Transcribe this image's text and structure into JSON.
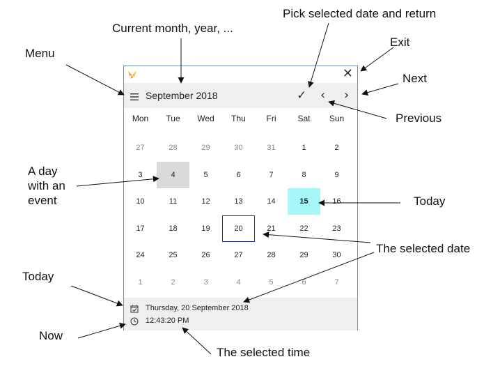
{
  "window": {
    "header": {
      "month_title": "September 2018",
      "menu_icon": "hamburger-menu-icon",
      "confirm_icon": "checkmark-icon",
      "prev_icon": "chevron-left-icon",
      "next_icon": "chevron-right-icon",
      "close_icon": "close-icon",
      "app_icon": "butterfly-logo-icon"
    },
    "weekdays": [
      "Mon",
      "Tue",
      "Wed",
      "Thu",
      "Fri",
      "Sat",
      "Sun"
    ],
    "weeks": [
      [
        "27",
        "28",
        "29",
        "30",
        "31",
        "1",
        "2"
      ],
      [
        "3",
        "4",
        "5",
        "6",
        "7",
        "8",
        "9"
      ],
      [
        "10",
        "11",
        "12",
        "13",
        "14",
        "15",
        "16"
      ],
      [
        "17",
        "18",
        "19",
        "20",
        "21",
        "22",
        "23"
      ],
      [
        "24",
        "25",
        "26",
        "27",
        "28",
        "29",
        "30"
      ],
      [
        "1",
        "2",
        "3",
        "4",
        "5",
        "6",
        "7"
      ]
    ],
    "event_day": "4",
    "today_day": "15",
    "selected_day": "20",
    "footer": {
      "selected_date": "Thursday, 20 September 2018",
      "selected_time": "12:43:20 PM",
      "date_icon": "calendar-check-icon",
      "time_icon": "clock-icon"
    },
    "colors": {
      "header_bg": "#efefef",
      "event_bg": "#d9d9d9",
      "today_bg": "#a6f7f7",
      "selected_border": "#1f2f8f",
      "window_border": "#6c8fb5"
    }
  },
  "annotations": {
    "current_month": "Current month, year, ...",
    "pick_return": "Pick selected date and return",
    "exit": "Exit",
    "menu": "Menu",
    "next": "Next",
    "previous": "Previous",
    "event_day_line1": "A day",
    "event_day_line2": "with an",
    "event_day_line3": "event",
    "today_right": "Today",
    "selected_date": "The selected date",
    "today_left": "Today",
    "now": "Now",
    "selected_time": "The selected time"
  }
}
